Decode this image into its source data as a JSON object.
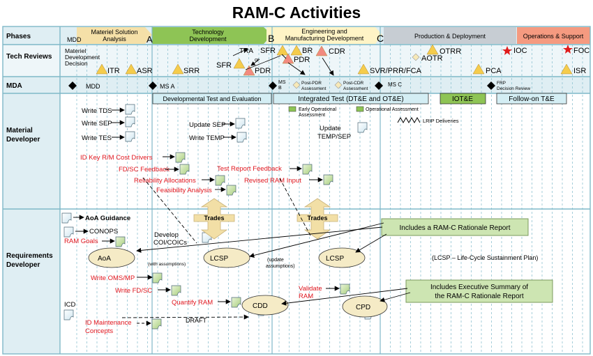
{
  "title": "RAM-C Activities",
  "rows": {
    "phases": "Phases",
    "tech_reviews": "Tech Reviews",
    "mda": "MDA",
    "material_developer": "Material Developer",
    "requirements_developer": "Requirements Developer"
  },
  "phases": {
    "mdd": "MDD",
    "msa": "Materiel Solution Analysis",
    "td": "Technology Development",
    "emd": "Engineering and Manufacturing Development",
    "pd": "Production & Deployment",
    "os": "Operations & Support",
    "milestone_a": "A",
    "milestone_b": "B",
    "milestone_c": "C"
  },
  "reviews": {
    "mdd_label": "Materiel Development Decision",
    "itr": "ITR",
    "asr": "ASR",
    "srr": "SRR",
    "sfr1": "SFR",
    "sfr2": "SFR",
    "tra": "TRA",
    "or": "or",
    "pdr1": "PDR",
    "pdr2": "PDR",
    "br": "BR",
    "cdr": "CDR",
    "svr": "SVR/PRR/FCA",
    "otrr": "OTRR",
    "aotr": "AOTR",
    "pca": "PCA",
    "ioc": "IOC",
    "foc": "FOC",
    "isr": "ISR"
  },
  "mda": {
    "mdd": "MDD",
    "ms_a": "MS A",
    "ms_b": "MS B",
    "post_pdr": "Post-PDR Assessment",
    "post_cdr": "Post-CDR Assessment",
    "ms_c": "MS C",
    "frp": "FRP Decision Review"
  },
  "bars": {
    "dte": "Developmental Test and Evaluation",
    "it": "Integrated Test (DT&E and OT&E)",
    "iote": "IOT&E",
    "followon": "Follow-on T&E"
  },
  "legend": {
    "eoa": "Early Operational Assessment",
    "oa": "Operational Assessment",
    "lrip": "LRIP Deliveries"
  },
  "material": {
    "write_tds": "Write TDS",
    "write_sep": "Write SEP",
    "write_tes": "Write TES",
    "update_sep": "Update SEP",
    "write_temp": "Write TEMP",
    "update_temp_sep": "Update TEMP/SEP",
    "id_key": "ID Key R/M Cost Drivers",
    "fdsc_feedback": "FD/SC Feedback",
    "reliability_alloc": "Reliability Allocations",
    "feasibility": "Feasibility Analysis",
    "test_report": "Test Report Feedback",
    "revised_ram": "Revised RAM Input",
    "trades1": "Trades",
    "trades2": "Trades"
  },
  "requirements": {
    "aoa_guidance": "AoA Guidance",
    "conops": "CONOPS",
    "ram_goals": "RAM Goals",
    "aoa": "AoA",
    "with_assumptions": "(with assumptions)",
    "develop_coi": "Develop COI/COICs",
    "lcsp1": "LCSP",
    "update_assumptions": "(update assumptions)",
    "lcsp2": "LCSP",
    "rationale_box": "Includes a RAM-C Rationale Report",
    "lcsp_note": "(LCSP – Life-Cycle Sustainment Plan)",
    "write_oms": "Write OMS/MP",
    "write_fdsc": "Write FD/SC",
    "quantify_ram": "Quantify RAM",
    "cdd": "CDD",
    "validate_ram": "Validate RAM",
    "cpd": "CPD",
    "exec_summary": "Includes Executive Summary of the RAM-C Rationale Report",
    "icd": "ICD",
    "id_maintenance": "ID Maintenance Concepts",
    "draft": "DRAFT"
  },
  "colors": {
    "grid": "#7fb8c8",
    "row_bg": "#dfeef3",
    "msa": "#f5e0a8",
    "td": "#8ec455",
    "emd": "#fff4c6",
    "pd": "#c7cdd3",
    "os": "#f59a80",
    "review_tri": "#f5cc4c",
    "pdr_tri": "#f28a80",
    "star": "#e01b1b",
    "red_text": "#e0151d",
    "bar_fill": "#d4eef4",
    "green_box": "#cde5b2",
    "ellipse": "#f5ebc6"
  }
}
